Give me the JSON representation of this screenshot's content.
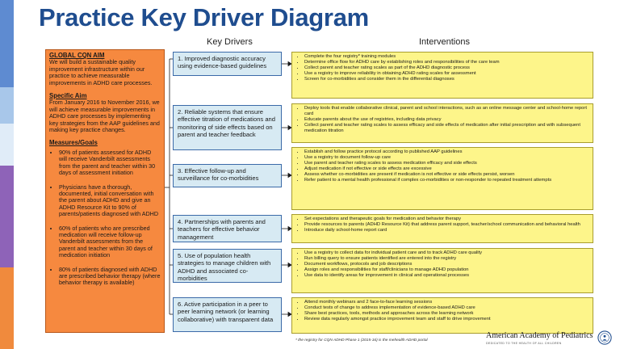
{
  "title": "Practice Key Driver Diagram",
  "headers": {
    "drivers": "Key Drivers",
    "interventions": "Interventions"
  },
  "colors": {
    "title": "#1f4d8f",
    "aim_box": "#f6893f",
    "driver_box": "#d7eaf3",
    "intervention_box": "#fdf58a",
    "stripes": [
      "#5e8bd1",
      "#a8c7ea",
      "#e0ecf8",
      "#8e63b8",
      "#f08a3d"
    ]
  },
  "aim": {
    "global_heading": "GLOBAL CQN AIM",
    "global_text": "We will build a sustainable quality improvement infrastructure within our practice to achieve measurable improvements in ADHD care processes.",
    "specific_heading": "Specific Aim",
    "specific_text": "From January 2016 to November 2016, we will achieve measurable improvements in ADHD care processes by implementing key strategies from the AAP guidelines and making key practice changes.",
    "measures_heading": "Measures/Goals",
    "measures": [
      "90% of patients assessed for ADHD will receive Vanderbilt assessments from the parent and teacher within 30 days of assessment initiation",
      "Physicians have a thorough, documented, initial conversation with the parent about ADHD and give an ADHD Resource Kit to 90% of parents/patients diagnosed with ADHD",
      "60% of patients who are prescribed medication will receive follow-up Vanderbilt assessments from the parent and teacher within 30 days of medication initiation",
      "80% of patients diagnosed with ADHD are prescribed behavior therapy (where behavior therapy is available)"
    ]
  },
  "drivers": [
    "1. Improved diagnostic accuracy using evidence-based guidelines",
    "2. Reliable systems that ensure effective titration of medications and monitoring of side effects based on parent and teacher feedback",
    "3. Effective follow-up and surveillance for co-morbidities",
    "4. Partnerships with parents and teachers for effective behavior management",
    "5. Use of population health strategies to manage children with ADHD and associated co-morbidities",
    "6. Active participation in a peer to peer learning network (or learning collaborative) with transparent data"
  ],
  "interventions": [
    [
      "Complete the four registry* training modules",
      "Determine office flow for ADHD care by establishing roles and responsibilities of the care team",
      "Collect parent and teacher rating scales as part of the ADHD diagnostic process",
      "Use a registry to improve reliability in obtaining ADHD rating scales for assessment",
      "Screen for co-morbidities and consider them in the differential diagnoses"
    ],
    [
      "Deploy tools that enable collaborative clinical, parent and school interactions, such as an online message center and school-home report card",
      "Educate parents about the use of registries, including data privacy",
      "Collect parent and teacher rating scales to assess efficacy and side effects of medication after initial prescription and with subsequent medication titration"
    ],
    [
      "Establish and follow practice protocol according to published AAP guidelines",
      "Use a registry to document follow-up care",
      "Use parent and teacher rating scales to assess medication efficacy and side effects",
      "Adjust medication if not effective or side effects are excessive",
      "Assess whether co-morbidities are present if medication is not effective or side effects persist, worsen",
      "Refer patient to a mental health professional if complex co-morbidities or non-responder to repeated treatment attempts"
    ],
    [
      "Set expectations and therapeutic goals for medication and behavior therapy",
      "Provide resources to parents (ADHD Resource Kit) that address parent support, teacher/school communication and behavioral health",
      "Introduce daily school-home report card"
    ],
    [
      "Use a registry to collect data for individual patient care and to track ADHD care quality",
      "Run billing query to ensure patients identified are entered into the registry",
      "Document workflows, protocols and job descriptions",
      "Assign roles and responsibilities for staff/clinicians to manage ADHD population",
      "Use data to identify areas for improvement in clinical and operational processes"
    ],
    [
      "Attend monthly webinars and 2 face-to-face learning sessions",
      "Conduct tests of change to address implementation of evidence-based ADHD care",
      "Share best practices, tools, methods and approaches across the learning network",
      "Review data regularly amongst practice improvement team and staff to drive improvement"
    ]
  ],
  "footnote": "* the registry for CQN ADHD Phase 1 (2015-16) is the mehealth ADHD portal",
  "logo": {
    "name": "American Academy of Pediatrics",
    "tagline": "DEDICATED TO THE HEALTH OF ALL CHILDREN"
  }
}
